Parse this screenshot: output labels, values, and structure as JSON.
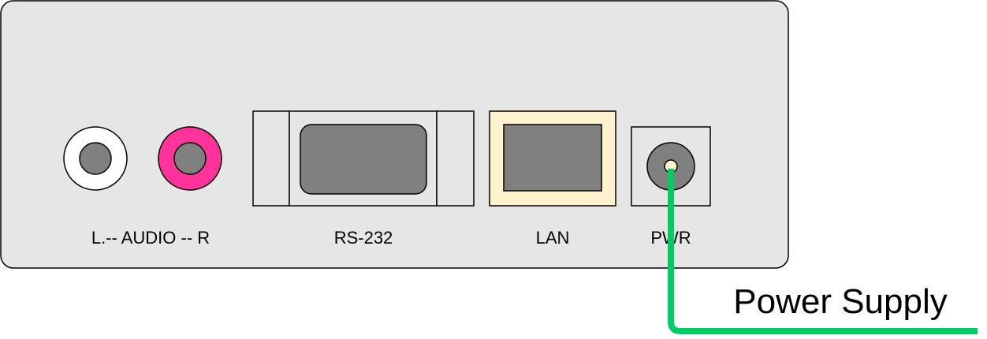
{
  "panel": {
    "fill": "#e6e6e6",
    "stroke": "#000000"
  },
  "ports": {
    "audio_left": {
      "ring_color": "#ffffff",
      "center_color": "#808080"
    },
    "audio_right": {
      "ring_color": "#ff3399",
      "center_color": "#808080"
    },
    "audio_label": "L.-- AUDIO -- R",
    "rs232": {
      "label": "RS-232",
      "body_color": "#808080"
    },
    "lan": {
      "label": "LAN",
      "frame_color": "#fff2cc",
      "socket_color": "#808080"
    },
    "pwr": {
      "label": "PWR",
      "jack_color": "#808080",
      "pin_color": "#fff2cc"
    }
  },
  "cable": {
    "label": "Power Supply",
    "color": "#00cc66"
  }
}
